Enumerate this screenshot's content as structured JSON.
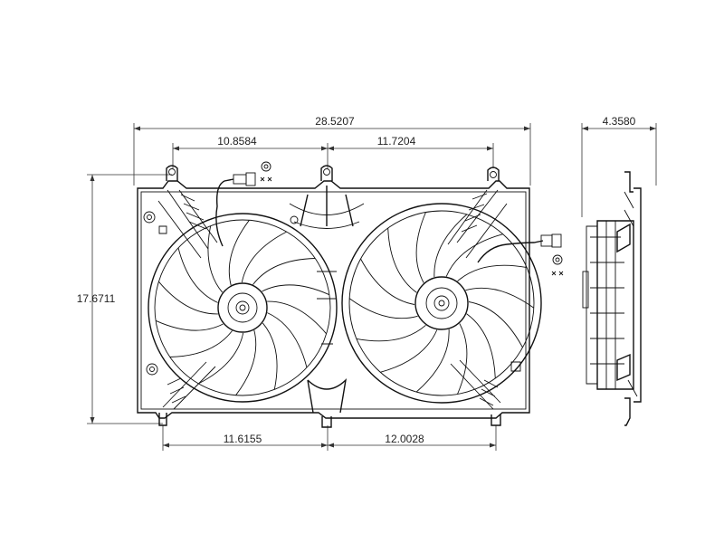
{
  "dimensions": {
    "overall_width": "28.5207",
    "upper_left_span": "10.8584",
    "upper_right_span": "11.7204",
    "overall_height": "17.6711",
    "lower_left_span": "11.6155",
    "lower_right_span": "12.0028",
    "side_depth": "4.3580"
  }
}
